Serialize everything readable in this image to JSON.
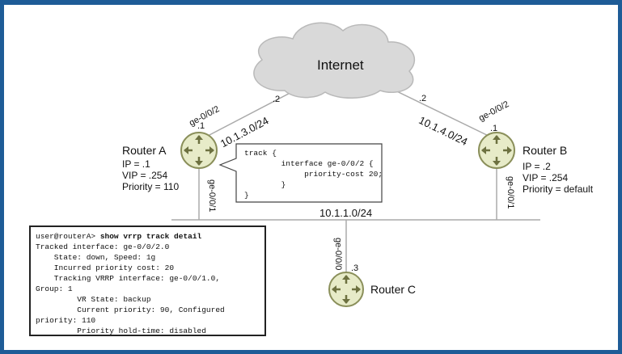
{
  "cloud": {
    "label": "Internet"
  },
  "router_a": {
    "name": "Router A",
    "info": [
      "IP = .1",
      "VIP = .254",
      "Priority = 110"
    ],
    "port_up": "ge-0/0/2",
    "port_up_host": ".1",
    "port_down": "ge-0/0/1"
  },
  "router_b": {
    "name": "Router B",
    "info": [
      "IP = .2",
      "VIP = .254",
      "Priority = default"
    ],
    "port_up": "ge-0/0/2",
    "port_up_host": ".1",
    "port_down": "ge-0/0/1"
  },
  "router_c": {
    "name": "Router C",
    "port": "ge-0/0/0",
    "port_host": ".3"
  },
  "links": {
    "a_internet_subnet": "10.1.3.0/24",
    "a_internet_host": ".2",
    "b_internet_subnet": "10.1.4.0/24",
    "b_internet_host": ".2",
    "lan_subnet": "10.1.1.0/24"
  },
  "callout": {
    "lines": [
      "track {",
      "        interface ge-0/0/2 {",
      "             priority-cost 20;",
      "        }",
      "}"
    ]
  },
  "cli": {
    "prompt": "user@routerA> ",
    "command": "show vrrp track detail",
    "lines": [
      "Tracked interface: ge-0/0/2.0",
      "    State: down, Speed: 1g",
      "    Incurred priority cost: 20",
      "    Tracking VRRP interface: ge-0/0/1.0,",
      "Group: 1",
      "         VR State: backup",
      "         Current priority: 90, Configured",
      "priority: 110",
      "         Priority hold-time: disabled"
    ]
  }
}
